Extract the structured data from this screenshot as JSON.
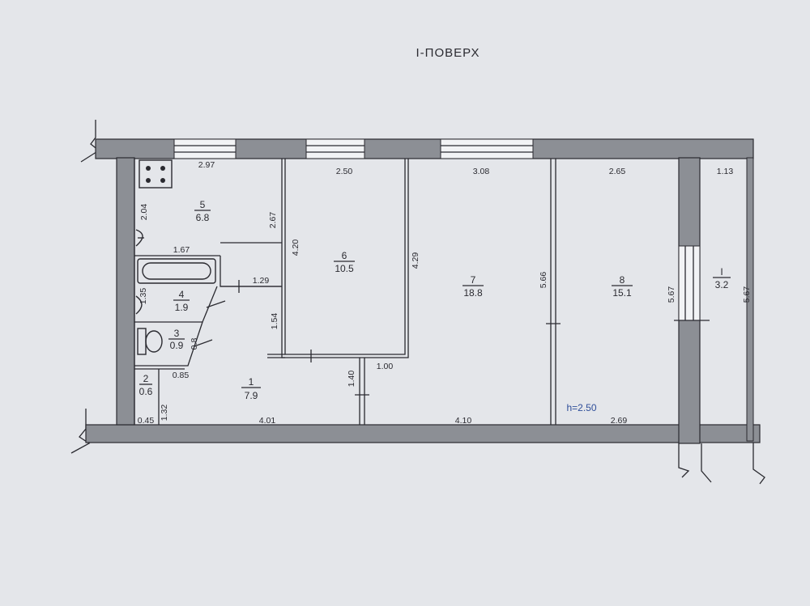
{
  "title": "І-ПОВЕРХ",
  "ceiling_height": "h=2.50",
  "rooms": [
    {
      "number": "5",
      "area": "6.8"
    },
    {
      "number": "6",
      "area": "10.5"
    },
    {
      "number": "7",
      "area": "18.8"
    },
    {
      "number": "8",
      "area": "15.1"
    },
    {
      "number": "I",
      "area": "3.2"
    },
    {
      "number": "4",
      "area": "1.9"
    },
    {
      "number": "3",
      "area": "0.9"
    },
    {
      "number": "2",
      "area": "0.6"
    },
    {
      "number": "1",
      "area": "7.9"
    }
  ],
  "dimensions": {
    "top_r5": "2.97",
    "top_r6": "2.50",
    "top_r7": "3.08",
    "top_r8": "2.65",
    "top_rI": "1.13",
    "r5_left": "2.04",
    "r5_right": "2.67",
    "bath_width": "1.67",
    "r4_left": "1.35",
    "r4_right": "1.29",
    "r3_side": "0.8",
    "r6_left": "4.20",
    "r6_right": "4.29",
    "r1_wall": "1.54",
    "r2_width": "0.85",
    "r2_left": "1.32",
    "bottom_small": "0.45",
    "r1_bottom": "4.01",
    "door_height": "1.40",
    "door_width": "1.00",
    "r7_bottom": "4.10",
    "r8_left": "5.66",
    "r8_bottom": "2.69",
    "rI_left": "5.67",
    "rI_right": "5.67"
  }
}
